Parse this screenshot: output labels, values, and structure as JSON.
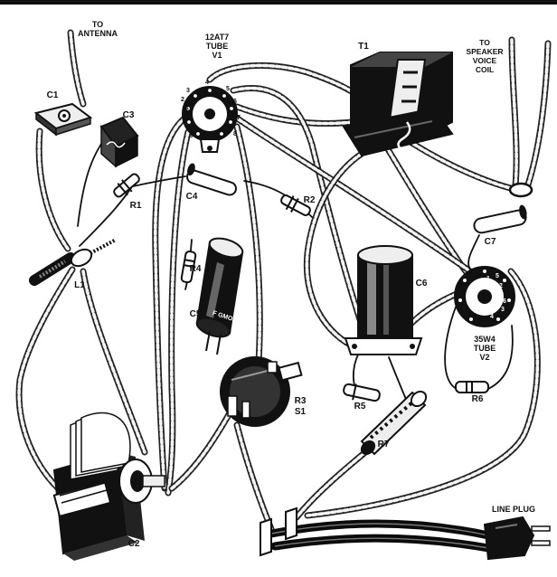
{
  "labels": {
    "antenna": [
      "TO",
      "ANTENNA"
    ],
    "tube_v1": [
      "12AT7",
      "TUBE",
      "V1"
    ],
    "t1": "T1",
    "speaker": [
      "TO",
      "SPEAKER",
      "VOICE",
      "COIL"
    ],
    "c1": "C1",
    "c3": "C3",
    "r1": "R1",
    "c4": "C4",
    "r2": "R2",
    "c7": "C7",
    "l1": "L1",
    "r4": "R4",
    "c5": "C5",
    "c5_marking": "F GMOA",
    "c6": "C6",
    "tube_v2": [
      "35W4",
      "TUBE",
      "V2"
    ],
    "r3": "R3",
    "s1": "S1",
    "r5": "R5",
    "r6": "R6",
    "r7": "R7",
    "c2": "C2",
    "line_plug": "LINE PLUG"
  },
  "pins_v1": [
    "1",
    "2",
    "3",
    "4",
    "5",
    "6",
    "7",
    "8",
    "9"
  ],
  "pins_v2": [
    "1",
    "2",
    "3",
    "4",
    "5",
    "6",
    "7"
  ]
}
